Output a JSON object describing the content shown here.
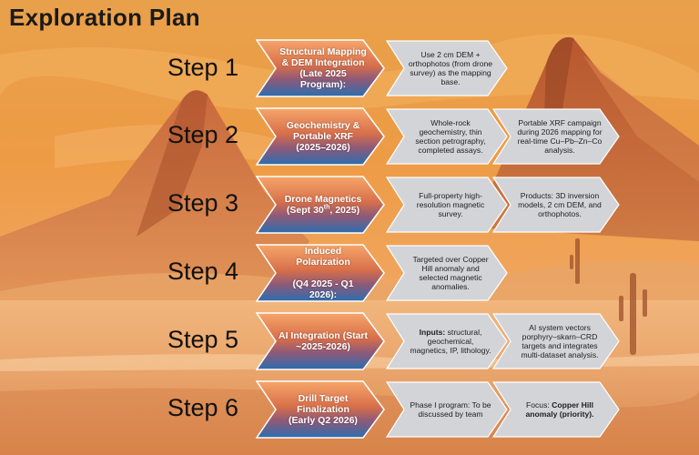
{
  "title": "Exploration Plan",
  "steps": [
    {
      "label": "Step 1",
      "phase": "Structural Mapping & DEM Integration (Late 2025 Program):",
      "detail1": "Use 2 cm DEM + orthophotos (from drone survey) as the mapping base.",
      "detail2": null
    },
    {
      "label": "Step 2",
      "phase": "Geochemistry & Portable XRF (2025–2026)",
      "detail1": "Whole-rock geochemistry, thin section petrography, completed assays.",
      "detail2": "Portable XRF campaign during 2026 mapping for real-time Cu–Pb–Zn–Co analysis."
    },
    {
      "label": "Step 3",
      "phase_main": "Drone Magnetics",
      "phase_pre": "(Sept 30",
      "phase_sup": "th",
      "phase_post": ", 2025)",
      "detail1": "Full-property high-resolution magnetic survey.",
      "detail2": "Products: 3D inversion models, 2 cm DEM, and orthophotos."
    },
    {
      "label": "Step 4",
      "phase_main": "Induced Polarization",
      "phase_sub": "(Q4 2025 - Q1 2026):",
      "detail1": "Targeted over Copper Hill anomaly and selected magnetic anomalies.",
      "detail2": null
    },
    {
      "label": "Step 5",
      "phase": "AI Integration (Start ~2025-2026)",
      "detail1_bold": "Inputs:",
      "detail1_rest": " structural, geochemical, magnetics, IP, lithology.",
      "detail2": "AI system vectors porphyry–skarn–CRD targets and integrates multi-dataset analysis."
    },
    {
      "label": "Step 6",
      "phase_main": "Drill Target Finalization",
      "phase_sub": "(Early Q2 2026)",
      "detail1": "Phase I program: To be discussed by team",
      "detail2_plain": "Focus: ",
      "detail2_bold": "Copper Hill anomaly (priority)."
    }
  ],
  "colors": {
    "chevron_top": "#f4a267",
    "chevron_mid": "#d7744a",
    "chevron_bottom": "#2f6dab",
    "chevron_border": "#ffffff",
    "grey_chevron": "#d2d3d6",
    "background_sky": "#e7a24a",
    "background_ground": "#e6a65d"
  }
}
